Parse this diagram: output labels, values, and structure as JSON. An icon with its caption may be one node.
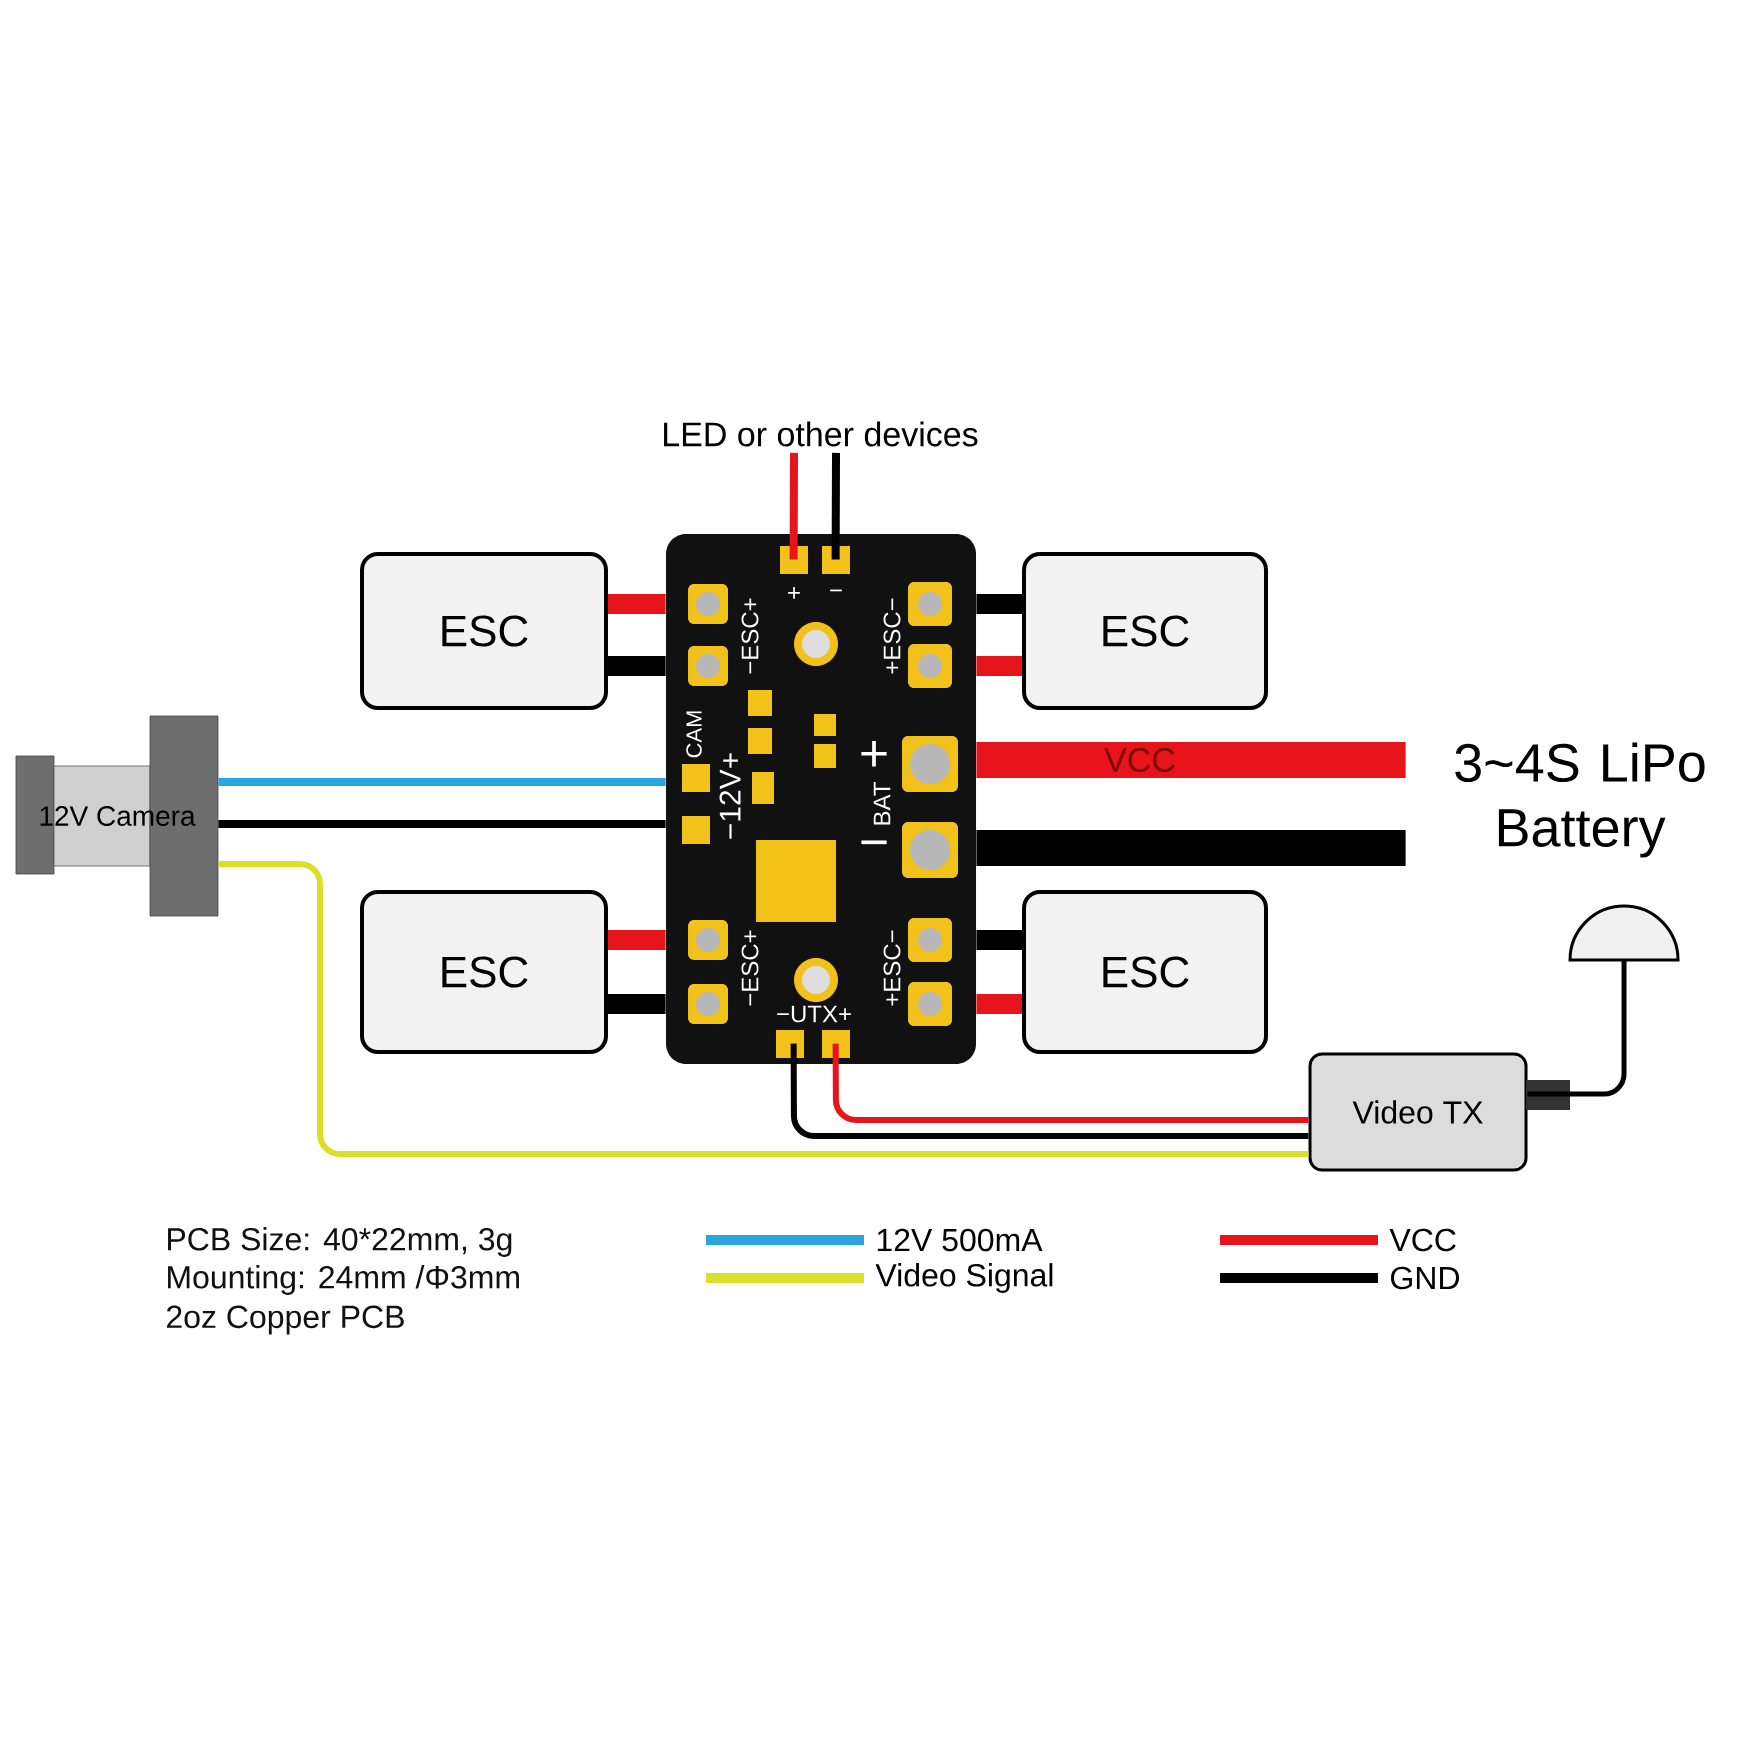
{
  "diagram": {
    "nodes": [
      {
        "text": [
          "LED or other devices"
        ]
      },
      {
        "text": [],
        "shape": "box"
      },
      {
        "text": [
          "ESC"
        ]
      },
      {
        "text": [
          "ESC"
        ]
      },
      {
        "text": [
          "ESC"
        ]
      },
      {
        "text": [
          "ESC"
        ]
      },
      {
        "text": [
          "12V Camera"
        ]
      },
      {
        "text": [
          "3~4S LiPo Battery"
        ]
      },
      {
        "text": [
          "Video TX"
        ]
      },
      {
        "text": [],
        "shape": "dome"
      }
    ],
    "edges": [
      {
        "from": 1,
        "to": 0,
        "arrow": "none",
        "color": "#e8141b"
      },
      {
        "from": 1,
        "to": 0,
        "arrow": "none"
      },
      {
        "from": 2,
        "to": 1,
        "arrow": "none",
        "color": "#e8141b"
      },
      {
        "from": 2,
        "to": 1,
        "arrow": "none"
      },
      {
        "from": 3,
        "to": 1,
        "arrow": "none"
      },
      {
        "from": 3,
        "to": 1,
        "arrow": "none",
        "color": "#e8141b"
      },
      {
        "from": 4,
        "to": 1,
        "arrow": "none",
        "color": "#e8141b"
      },
      {
        "from": 4,
        "to": 1,
        "arrow": "none"
      },
      {
        "from": 5,
        "to": 1,
        "arrow": "none"
      },
      {
        "from": 5,
        "to": 1,
        "arrow": "none",
        "color": "#e8141b"
      },
      {
        "from": 6,
        "to": 1,
        "arrow": "none",
        "color": "#2aa5e0"
      },
      {
        "from": 6,
        "to": 1,
        "arrow": "none"
      },
      {
        "from": 6,
        "to": 8,
        "arrow": "none",
        "color": "#d8e02a"
      },
      {
        "from": 1,
        "to": 7,
        "arrow": "none",
        "label": "VCC",
        "style": "thick",
        "color": "#e8141b"
      },
      {
        "from": 1,
        "to": 7,
        "arrow": "none",
        "style": "thick"
      },
      {
        "from": 1,
        "to": 8,
        "arrow": "none",
        "color": "#e8141b"
      },
      {
        "from": 1,
        "to": 8,
        "arrow": "none"
      },
      {
        "from": 8,
        "to": 9,
        "arrow": "none"
      }
    ],
    "labels": [
      "+",
      "−",
      "−ESC+",
      "+ESC−",
      "CAM",
      "−12V+",
      "+",
      "BAT",
      "−",
      "−ESC+",
      "+ESC−",
      "−UTX+",
      "PCB Size: 40*22mm, 3g",
      "Mounting: 24mm /Φ3mm",
      "2oz Copper PCB"
    ],
    "legend": [
      {
        "text": "12V 500mA",
        "color": "#2aa5e0"
      },
      {
        "text": "Video Signal",
        "color": "#d8e02a"
      },
      {
        "text": "VCC",
        "color": "#e8141b"
      },
      {
        "text": "GND",
        "color": "#000000"
      }
    ]
  }
}
